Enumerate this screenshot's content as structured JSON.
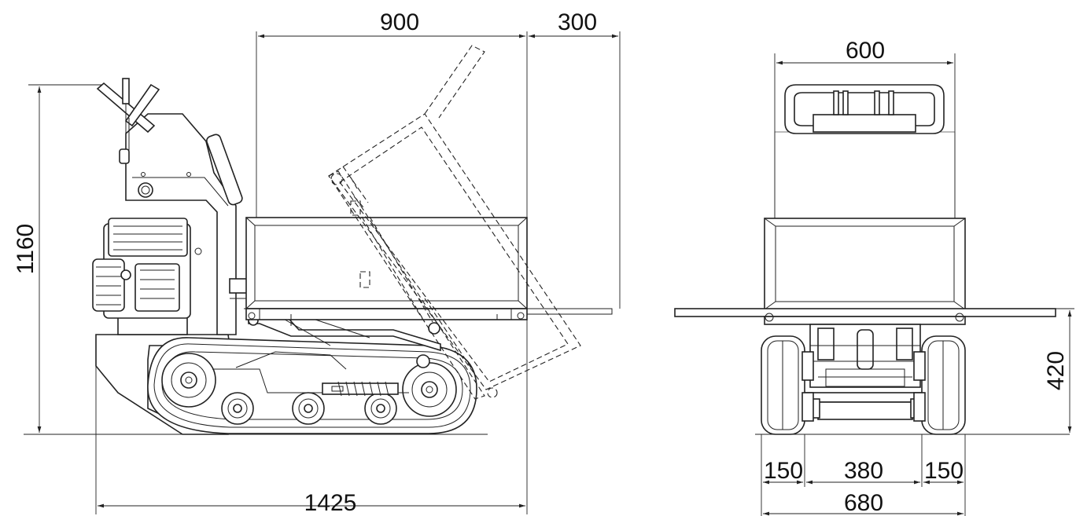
{
  "dimensions": {
    "bed_length": "900",
    "overhang": "300",
    "total_height": "1160",
    "total_length": "1425",
    "bed_width": "600",
    "bed_height": "420",
    "track_width_left": "150",
    "track_gap": "380",
    "track_width_right": "150",
    "total_width": "680"
  },
  "colors": {
    "line": "#222222",
    "background": "#ffffff"
  }
}
